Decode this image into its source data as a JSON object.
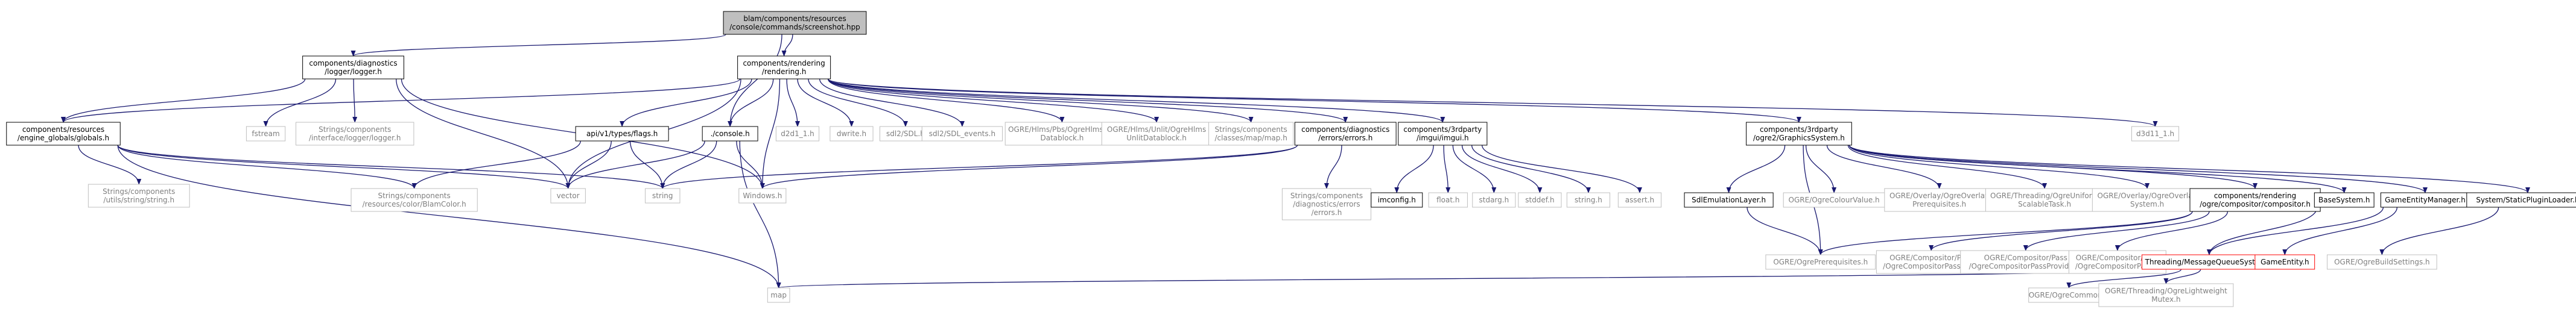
{
  "colors": {
    "edge": "#191970",
    "node_border": "#000000",
    "node_border_missing": "#bfbfbf",
    "node_border_error": "#ff0000",
    "root_fill": "#bfbfbf",
    "text_main": "#000000",
    "text_missing": "#7f7f7f"
  },
  "nodes": [
    {
      "id": "root",
      "lines": [
        "blam/components/resources",
        "/console/commands/screenshot.hpp"
      ],
      "style": "root"
    },
    {
      "id": "logger",
      "lines": [
        "components/diagnostics",
        "/logger/logger.h"
      ],
      "style": "normal"
    },
    {
      "id": "rendering",
      "lines": [
        "components/rendering",
        "/rendering.h"
      ],
      "style": "normal"
    },
    {
      "id": "globals",
      "lines": [
        "components/resources",
        "/engine_globals/globals.h"
      ],
      "style": "normal"
    },
    {
      "id": "fstream",
      "lines": [
        "fstream"
      ],
      "style": "missing"
    },
    {
      "id": "strings_logger",
      "lines": [
        "Strings/components",
        "/interface/logger/logger.h"
      ],
      "style": "missing"
    },
    {
      "id": "strings_string",
      "lines": [
        "Strings/components",
        "/utils/string/string.h"
      ],
      "style": "missing"
    },
    {
      "id": "blamcolor",
      "lines": [
        "Strings/components",
        "/resources/color/BlamColor.h"
      ],
      "style": "missing"
    },
    {
      "id": "vector",
      "lines": [
        "vector"
      ],
      "style": "missing"
    },
    {
      "id": "string",
      "lines": [
        "string"
      ],
      "style": "missing"
    },
    {
      "id": "map",
      "lines": [
        "map"
      ],
      "style": "missing"
    },
    {
      "id": "apitypes",
      "lines": [
        "api/v1/types/flags.h"
      ],
      "style": "normal"
    },
    {
      "id": "console",
      "lines": [
        "./console.h"
      ],
      "style": "normal"
    },
    {
      "id": "windows",
      "lines": [
        "Windows.h"
      ],
      "style": "missing"
    },
    {
      "id": "d2d1",
      "lines": [
        "d2d1_1.h"
      ],
      "style": "missing"
    },
    {
      "id": "dwrite",
      "lines": [
        "dwrite.h"
      ],
      "style": "missing"
    },
    {
      "id": "sdl",
      "lines": [
        "sdl2/SDL.h"
      ],
      "style": "missing"
    },
    {
      "id": "sdlevents",
      "lines": [
        "sdl2/SDL_events.h"
      ],
      "style": "missing"
    },
    {
      "id": "hlmspbs",
      "lines": [
        "OGRE/Hlms/Pbs/OgreHlmsPbs",
        "Datablock.h"
      ],
      "style": "missing"
    },
    {
      "id": "hlmsunlit",
      "lines": [
        "OGRE/Hlms/Unlit/OgreHlms",
        "UnlitDatablock.h"
      ],
      "style": "missing"
    },
    {
      "id": "strings_map",
      "lines": [
        "Strings/components",
        "/classes/map/map.h"
      ],
      "style": "missing"
    },
    {
      "id": "errors",
      "lines": [
        "components/diagnostics",
        "/errors/errors.h"
      ],
      "style": "normal"
    },
    {
      "id": "imgui",
      "lines": [
        "components/3rdparty",
        "/imgui/imgui.h"
      ],
      "style": "normal"
    },
    {
      "id": "graphics",
      "lines": [
        "components/3rdparty",
        "/ogre2/GraphicsSystem.h"
      ],
      "style": "normal"
    },
    {
      "id": "d3d11",
      "lines": [
        "d3d11_1.h"
      ],
      "style": "missing"
    },
    {
      "id": "strings_errors",
      "lines": [
        "Strings/components",
        "/diagnostics/errors",
        "/errors.h"
      ],
      "style": "missing"
    },
    {
      "id": "imconfig",
      "lines": [
        "imconfig.h"
      ],
      "style": "normal"
    },
    {
      "id": "floath",
      "lines": [
        "float.h"
      ],
      "style": "missing"
    },
    {
      "id": "stdargh",
      "lines": [
        "stdarg.h"
      ],
      "style": "missing"
    },
    {
      "id": "stddefh",
      "lines": [
        "stddef.h"
      ],
      "style": "missing"
    },
    {
      "id": "stringh",
      "lines": [
        "string.h"
      ],
      "style": "missing"
    },
    {
      "id": "asserth",
      "lines": [
        "assert.h"
      ],
      "style": "missing"
    },
    {
      "id": "sdlemul",
      "lines": [
        "SdlEmulationLayer.h"
      ],
      "style": "normal"
    },
    {
      "id": "colourvalue",
      "lines": [
        "OGRE/OgreColourValue.h"
      ],
      "style": "missing"
    },
    {
      "id": "overlayprereq",
      "lines": [
        "OGRE/Overlay/OgreOverlay",
        "Prerequisites.h"
      ],
      "style": "missing"
    },
    {
      "id": "threadinguniform",
      "lines": [
        "OGRE/Threading/OgreUniform",
        "ScalableTask.h"
      ],
      "style": "missing"
    },
    {
      "id": "overlaysystem",
      "lines": [
        "OGRE/Overlay/OgreOverlay",
        "System.h"
      ],
      "style": "missing"
    },
    {
      "id": "compositor",
      "lines": [
        "components/rendering",
        "/ogre/compositor/compositor.h"
      ],
      "style": "normal"
    },
    {
      "id": "basesystem",
      "lines": [
        "BaseSystem.h"
      ],
      "style": "normal"
    },
    {
      "id": "gameentitymanager",
      "lines": [
        "GameEntityManager.h"
      ],
      "style": "normal"
    },
    {
      "id": "staticplugin",
      "lines": [
        "System/StaticPluginLoader.h"
      ],
      "style": "normal"
    },
    {
      "id": "ogreprereq",
      "lines": [
        "OGRE/OgrePrerequisites.h"
      ],
      "style": "missing"
    },
    {
      "id": "passdef",
      "lines": [
        "OGRE/Compositor/Pass",
        "/OgreCompositorPassDef.h"
      ],
      "style": "missing"
    },
    {
      "id": "passprovider",
      "lines": [
        "OGRE/Compositor/Pass",
        "/OgreCompositorPassProvider.h"
      ],
      "style": "missing"
    },
    {
      "id": "pass",
      "lines": [
        "OGRE/Compositor/Pass",
        "/OgreCompositorPass.h"
      ],
      "style": "missing"
    },
    {
      "id": "mqsystem",
      "lines": [
        "Threading/MessageQueueSystem.h"
      ],
      "style": "error"
    },
    {
      "id": "gameentity",
      "lines": [
        "GameEntity.h"
      ],
      "style": "error"
    },
    {
      "id": "buildsettings",
      "lines": [
        "OGRE/OgreBuildSettings.h"
      ],
      "style": "missing"
    },
    {
      "id": "ogrecommon",
      "lines": [
        "OGRE/OgreCommon.h"
      ],
      "style": "missing"
    },
    {
      "id": "lwmutex",
      "lines": [
        "OGRE/Threading/OgreLightweight",
        "Mutex.h"
      ],
      "style": "missing"
    }
  ],
  "edges": [
    [
      "root",
      "logger"
    ],
    [
      "root",
      "rendering"
    ],
    [
      "root",
      "console"
    ],
    [
      "logger",
      "globals"
    ],
    [
      "logger",
      "fstream"
    ],
    [
      "logger",
      "strings_logger"
    ],
    [
      "logger",
      "vector"
    ],
    [
      "logger",
      "windows"
    ],
    [
      "globals",
      "strings_string"
    ],
    [
      "globals",
      "blamcolor"
    ],
    [
      "globals",
      "vector"
    ],
    [
      "globals",
      "string"
    ],
    [
      "globals",
      "map"
    ],
    [
      "rendering",
      "globals"
    ],
    [
      "rendering",
      "vector"
    ],
    [
      "rendering",
      "apitypes"
    ],
    [
      "rendering",
      "console"
    ],
    [
      "rendering",
      "windows"
    ],
    [
      "rendering",
      "d2d1"
    ],
    [
      "rendering",
      "dwrite"
    ],
    [
      "rendering",
      "sdl"
    ],
    [
      "rendering",
      "sdlevents"
    ],
    [
      "rendering",
      "hlmspbs"
    ],
    [
      "rendering",
      "hlmsunlit"
    ],
    [
      "rendering",
      "strings_map"
    ],
    [
      "rendering",
      "errors"
    ],
    [
      "rendering",
      "imgui"
    ],
    [
      "rendering",
      "graphics"
    ],
    [
      "rendering",
      "d3d11"
    ],
    [
      "apitypes",
      "blamcolor"
    ],
    [
      "apitypes",
      "vector"
    ],
    [
      "apitypes",
      "string"
    ],
    [
      "console",
      "vector"
    ],
    [
      "console",
      "string"
    ],
    [
      "console",
      "windows"
    ],
    [
      "console",
      "map"
    ],
    [
      "errors",
      "string"
    ],
    [
      "errors",
      "windows"
    ],
    [
      "errors",
      "strings_errors"
    ],
    [
      "imgui",
      "imconfig"
    ],
    [
      "imgui",
      "floath"
    ],
    [
      "imgui",
      "stdargh"
    ],
    [
      "imgui",
      "stddefh"
    ],
    [
      "imgui",
      "stringh"
    ],
    [
      "imgui",
      "asserth"
    ],
    [
      "graphics",
      "sdlemul"
    ],
    [
      "graphics",
      "colourvalue"
    ],
    [
      "graphics",
      "overlayprereq"
    ],
    [
      "graphics",
      "threadinguniform"
    ],
    [
      "graphics",
      "overlaysystem"
    ],
    [
      "graphics",
      "compositor"
    ],
    [
      "graphics",
      "basesystem"
    ],
    [
      "graphics",
      "gameentitymanager"
    ],
    [
      "graphics",
      "staticplugin"
    ],
    [
      "graphics",
      "ogreprereq"
    ],
    [
      "sdlemul",
      "ogreprereq"
    ],
    [
      "compositor",
      "ogreprereq"
    ],
    [
      "compositor",
      "passdef"
    ],
    [
      "compositor",
      "passprovider"
    ],
    [
      "compositor",
      "pass"
    ],
    [
      "basesystem",
      "mqsystem"
    ],
    [
      "gameentitymanager",
      "mqsystem"
    ],
    [
      "gameentitymanager",
      "gameentity"
    ],
    [
      "staticplugin",
      "buildsettings"
    ],
    [
      "mqsystem",
      "map"
    ],
    [
      "mqsystem",
      "ogrecommon"
    ],
    [
      "mqsystem",
      "lwmutex"
    ]
  ]
}
